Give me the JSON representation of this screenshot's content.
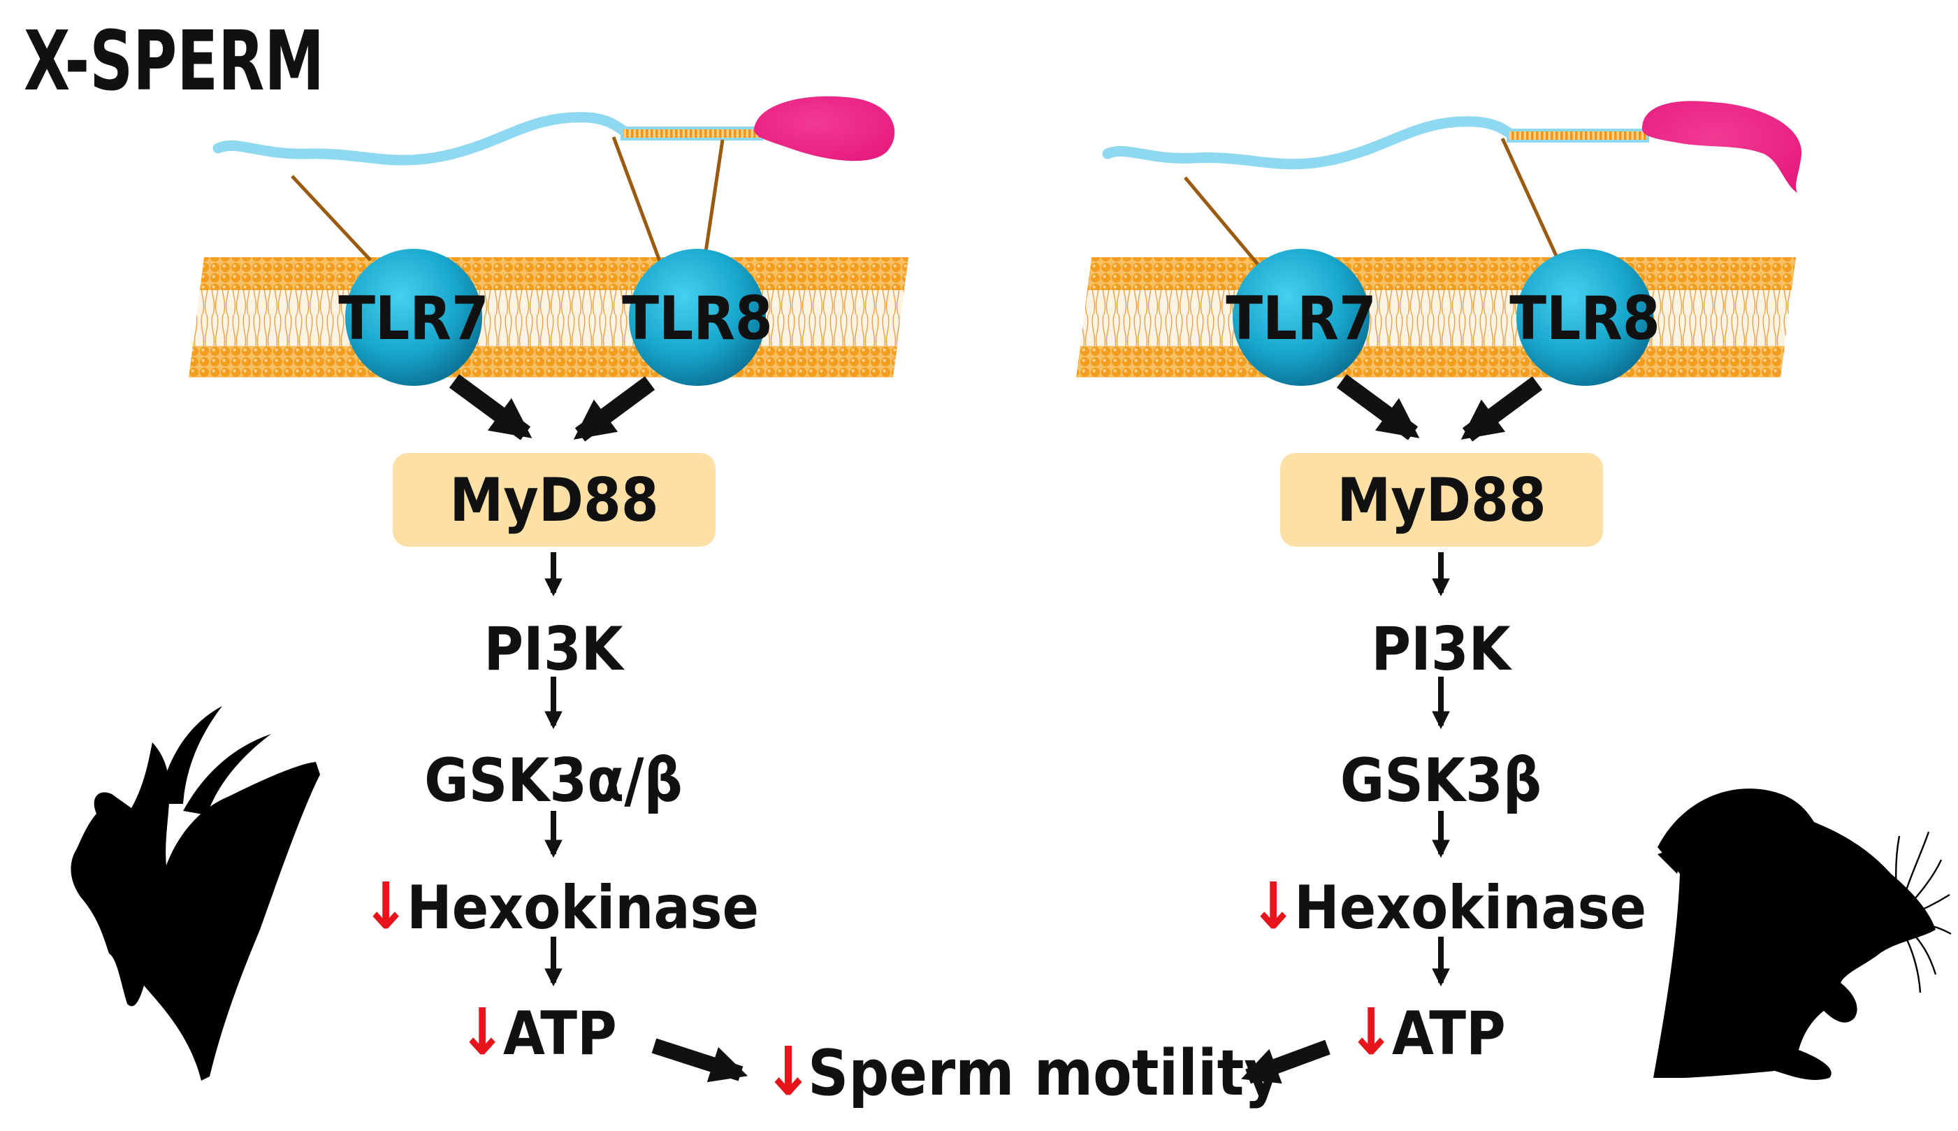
{
  "title": "X-SPERM",
  "left_panel": {
    "receptors": [
      "TLR7",
      "TLR8"
    ],
    "adaptor": "MyD88",
    "steps": [
      "PI3K",
      "GSK3α/β",
      "Hexokinase",
      "ATP"
    ],
    "decreased_steps": [
      "Hexokinase",
      "ATP"
    ],
    "species_icon": "goat-silhouette-icon"
  },
  "right_panel": {
    "receptors": [
      "TLR7",
      "TLR8"
    ],
    "adaptor": "MyD88",
    "steps": [
      "PI3K",
      "GSK3β",
      "Hexokinase",
      "ATP"
    ],
    "decreased_steps": [
      "Hexokinase",
      "ATP"
    ],
    "species_icon": "mouse-silhouette-icon"
  },
  "outcome": "Sperm motility",
  "decrease_symbol": "↓",
  "colors": {
    "sperm_head": "#ee2385",
    "sperm_tail": "#8fd8f2",
    "midpiece": "#f59b27",
    "tether": "#9a5a10",
    "receptor": "#1aa5c8",
    "membrane": "#f4a93a",
    "adaptor_box": "#fde0a6",
    "decrease_arrow": "#e8141c",
    "text": "#111111"
  }
}
